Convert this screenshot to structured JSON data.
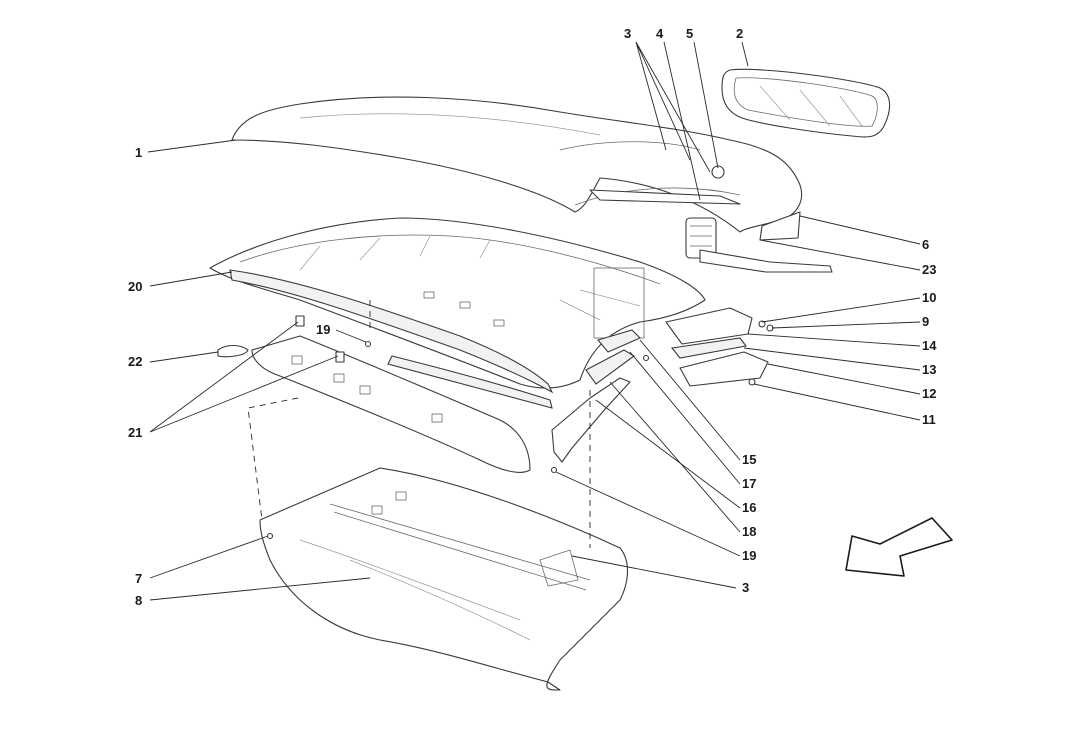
{
  "diagram": {
    "callouts": [
      {
        "id": "c1",
        "text": "1"
      },
      {
        "id": "c2",
        "text": "2"
      },
      {
        "id": "c3a",
        "text": "3"
      },
      {
        "id": "c3b",
        "text": "3"
      },
      {
        "id": "c4",
        "text": "4"
      },
      {
        "id": "c5",
        "text": "5"
      },
      {
        "id": "c6",
        "text": "6"
      },
      {
        "id": "c7",
        "text": "7"
      },
      {
        "id": "c8",
        "text": "8"
      },
      {
        "id": "c9",
        "text": "9"
      },
      {
        "id": "c10",
        "text": "10"
      },
      {
        "id": "c11",
        "text": "11"
      },
      {
        "id": "c12",
        "text": "12"
      },
      {
        "id": "c13",
        "text": "13"
      },
      {
        "id": "c14",
        "text": "14"
      },
      {
        "id": "c15",
        "text": "15"
      },
      {
        "id": "c16",
        "text": "16"
      },
      {
        "id": "c17",
        "text": "17"
      },
      {
        "id": "c18",
        "text": "18"
      },
      {
        "id": "c19a",
        "text": "19"
      },
      {
        "id": "c19b",
        "text": "19"
      },
      {
        "id": "c20",
        "text": "20"
      },
      {
        "id": "c21",
        "text": "21"
      },
      {
        "id": "c22",
        "text": "22"
      },
      {
        "id": "c23",
        "text": "23"
      }
    ],
    "direction_arrow_icon": "front-direction-arrow-icon"
  }
}
